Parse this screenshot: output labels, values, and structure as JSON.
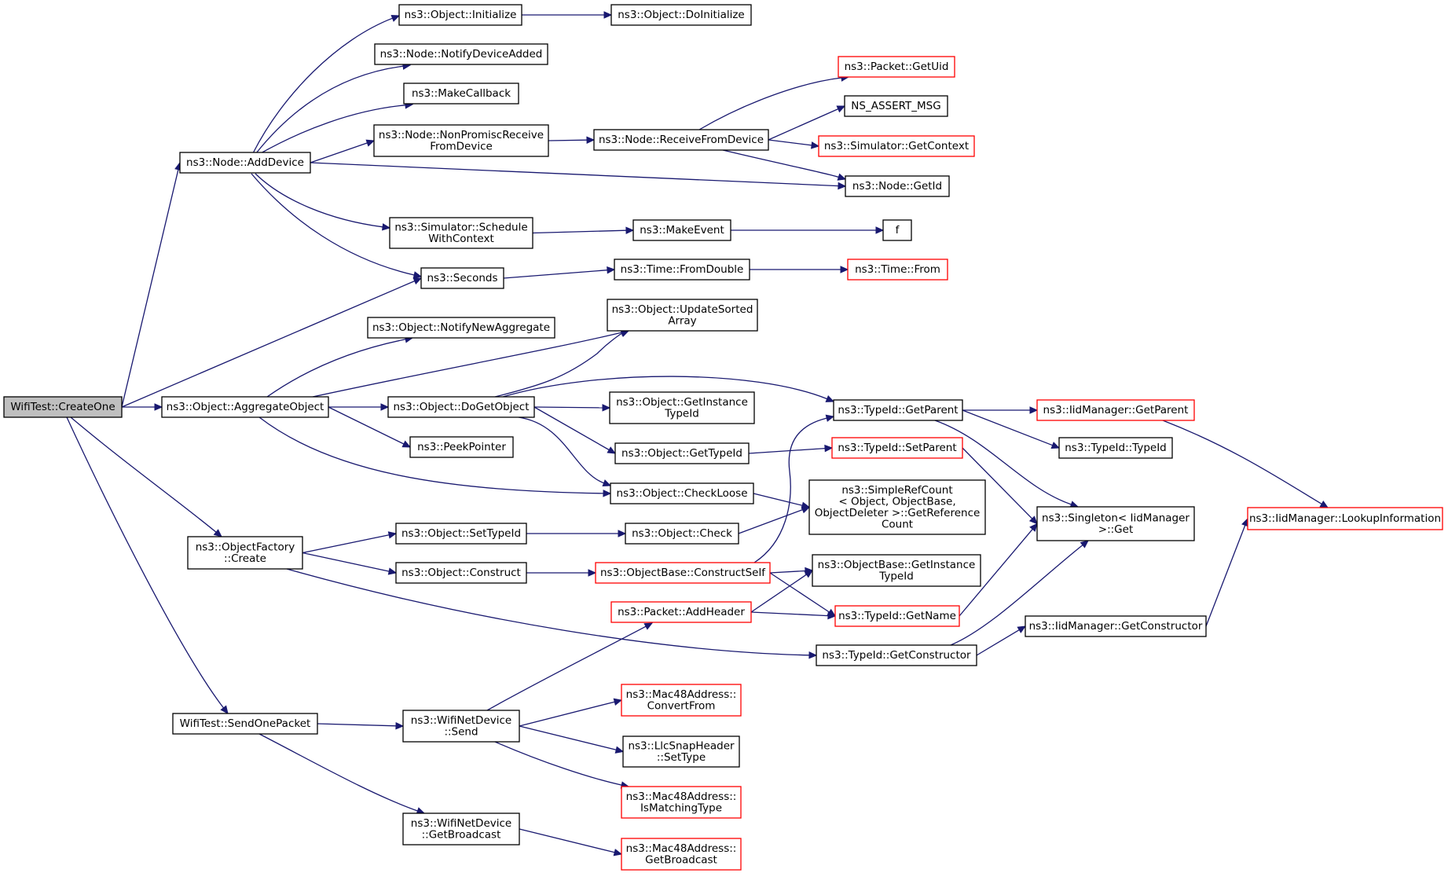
{
  "graph": {
    "colors": {
      "edge": "#191970",
      "node_border": "#000000",
      "truncated_border": "#ff0000",
      "root_fill": "#bfbfbf",
      "node_fill": "#ffffff"
    },
    "nodes": [
      {
        "id": "createone",
        "lines": [
          "WifiTest::CreateOne"
        ],
        "root": true
      },
      {
        "id": "adddevice",
        "lines": [
          "ns3::Node::AddDevice"
        ]
      },
      {
        "id": "aggregate",
        "lines": [
          "ns3::Object::AggregateObject"
        ]
      },
      {
        "id": "factcreate",
        "lines": [
          "ns3::ObjectFactory",
          "::Create"
        ]
      },
      {
        "id": "sendone",
        "lines": [
          "WifiTest::SendOnePacket"
        ]
      },
      {
        "id": "initialize",
        "lines": [
          "ns3::Object::Initialize"
        ]
      },
      {
        "id": "doinit",
        "lines": [
          "ns3::Object::DoInitialize"
        ]
      },
      {
        "id": "notifyadded",
        "lines": [
          "ns3::Node::NotifyDeviceAdded"
        ]
      },
      {
        "id": "makecallback",
        "lines": [
          "ns3::MakeCallback"
        ]
      },
      {
        "id": "nonpromisc",
        "lines": [
          "ns3::Node::NonPromiscReceive",
          "FromDevice"
        ]
      },
      {
        "id": "recvfromdev",
        "lines": [
          "ns3::Node::ReceiveFromDevice"
        ]
      },
      {
        "id": "getuid",
        "lines": [
          "ns3::Packet::GetUid"
        ],
        "truncated": true
      },
      {
        "id": "assertmsg",
        "lines": [
          "NS_ASSERT_MSG"
        ]
      },
      {
        "id": "getcontext",
        "lines": [
          "ns3::Simulator::GetContext"
        ],
        "truncated": true
      },
      {
        "id": "getid",
        "lines": [
          "ns3::Node::GetId"
        ]
      },
      {
        "id": "schedctx",
        "lines": [
          "ns3::Simulator::Schedule",
          "WithContext"
        ]
      },
      {
        "id": "makeevent",
        "lines": [
          "ns3::MakeEvent"
        ]
      },
      {
        "id": "f",
        "lines": [
          "f"
        ]
      },
      {
        "id": "seconds",
        "lines": [
          "ns3::Seconds"
        ]
      },
      {
        "id": "fromdouble",
        "lines": [
          "ns3::Time::FromDouble"
        ]
      },
      {
        "id": "timefrom",
        "lines": [
          "ns3::Time::From"
        ],
        "truncated": true
      },
      {
        "id": "notifynewagg",
        "lines": [
          "ns3::Object::NotifyNewAggregate"
        ]
      },
      {
        "id": "updatesorted",
        "lines": [
          "ns3::Object::UpdateSorted",
          "Array"
        ]
      },
      {
        "id": "dogetobject",
        "lines": [
          "ns3::Object::DoGetObject"
        ]
      },
      {
        "id": "getinsttypeid",
        "lines": [
          "ns3::Object::GetInstance",
          "TypeId"
        ]
      },
      {
        "id": "peekpointer",
        "lines": [
          "ns3::PeekPointer"
        ]
      },
      {
        "id": "gettypeid",
        "lines": [
          "ns3::Object::GetTypeId"
        ]
      },
      {
        "id": "checkloose",
        "lines": [
          "ns3::Object::CheckLoose"
        ]
      },
      {
        "id": "typeidgetparent",
        "lines": [
          "ns3::TypeId::GetParent"
        ]
      },
      {
        "id": "iidgetparent",
        "lines": [
          "ns3::IidManager::GetParent"
        ],
        "truncated": true
      },
      {
        "id": "typeidtypeid",
        "lines": [
          "ns3::TypeId::TypeId"
        ]
      },
      {
        "id": "settypeid_parent",
        "lines": [
          "ns3::TypeId::SetParent"
        ],
        "truncated": true
      },
      {
        "id": "simplerefcount",
        "lines": [
          "ns3::SimpleRefCount",
          "< Object, ObjectBase,",
          "ObjectDeleter >::GetReference",
          "Count"
        ]
      },
      {
        "id": "singleton",
        "lines": [
          "ns3::Singleton< IidManager",
          ">::Get"
        ]
      },
      {
        "id": "lookupinfo",
        "lines": [
          "ns3::IidManager::LookupInformation"
        ],
        "truncated": true
      },
      {
        "id": "objsettypeid",
        "lines": [
          "ns3::Object::SetTypeId"
        ]
      },
      {
        "id": "objcheck",
        "lines": [
          "ns3::Object::Check"
        ]
      },
      {
        "id": "objconstruct",
        "lines": [
          "ns3::Object::Construct"
        ]
      },
      {
        "id": "constructself",
        "lines": [
          "ns3::ObjectBase::ConstructSelf"
        ],
        "truncated": true
      },
      {
        "id": "objbasegetinst",
        "lines": [
          "ns3::ObjectBase::GetInstance",
          "TypeId"
        ]
      },
      {
        "id": "addheader",
        "lines": [
          "ns3::Packet::AddHeader"
        ],
        "truncated": true
      },
      {
        "id": "typeidgetname",
        "lines": [
          "ns3::TypeId::GetName"
        ],
        "truncated": true
      },
      {
        "id": "iidgetconstructor",
        "lines": [
          "ns3::IidManager::GetConstructor"
        ]
      },
      {
        "id": "typeidgetconstructor",
        "lines": [
          "ns3::TypeId::GetConstructor"
        ]
      },
      {
        "id": "wifisend",
        "lines": [
          "ns3::WifiNetDevice",
          "::Send"
        ]
      },
      {
        "id": "convertfrom",
        "lines": [
          "ns3::Mac48Address::",
          "ConvertFrom"
        ],
        "truncated": true
      },
      {
        "id": "llcsettype",
        "lines": [
          "ns3::LlcSnapHeader",
          "::SetType"
        ]
      },
      {
        "id": "ismatching",
        "lines": [
          "ns3::Mac48Address::",
          "IsMatchingType"
        ],
        "truncated": true
      },
      {
        "id": "wifigetbcast",
        "lines": [
          "ns3::WifiNetDevice",
          "::GetBroadcast"
        ]
      },
      {
        "id": "macgetbcast",
        "lines": [
          "ns3::Mac48Address::",
          "GetBroadcast"
        ],
        "truncated": true
      }
    ],
    "edges": [
      [
        "createone",
        "adddevice"
      ],
      [
        "createone",
        "seconds"
      ],
      [
        "createone",
        "aggregate"
      ],
      [
        "createone",
        "factcreate"
      ],
      [
        "createone",
        "sendone"
      ],
      [
        "adddevice",
        "initialize"
      ],
      [
        "adddevice",
        "notifyadded"
      ],
      [
        "adddevice",
        "makecallback"
      ],
      [
        "adddevice",
        "nonpromisc"
      ],
      [
        "adddevice",
        "getid"
      ],
      [
        "adddevice",
        "schedctx"
      ],
      [
        "adddevice",
        "seconds"
      ],
      [
        "initialize",
        "doinit"
      ],
      [
        "nonpromisc",
        "recvfromdev"
      ],
      [
        "recvfromdev",
        "getuid"
      ],
      [
        "recvfromdev",
        "assertmsg"
      ],
      [
        "recvfromdev",
        "getcontext"
      ],
      [
        "recvfromdev",
        "getid"
      ],
      [
        "schedctx",
        "makeevent"
      ],
      [
        "makeevent",
        "f"
      ],
      [
        "seconds",
        "fromdouble"
      ],
      [
        "fromdouble",
        "timefrom"
      ],
      [
        "aggregate",
        "notifynewagg"
      ],
      [
        "aggregate",
        "updatesorted"
      ],
      [
        "aggregate",
        "dogetobject"
      ],
      [
        "aggregate",
        "peekpointer"
      ],
      [
        "aggregate",
        "checkloose"
      ],
      [
        "dogetobject",
        "updatesorted"
      ],
      [
        "dogetobject",
        "typeidgetparent"
      ],
      [
        "dogetobject",
        "getinsttypeid"
      ],
      [
        "dogetobject",
        "gettypeid"
      ],
      [
        "dogetobject",
        "checkloose"
      ],
      [
        "gettypeid",
        "settypeid_parent"
      ],
      [
        "checkloose",
        "simplerefcount"
      ],
      [
        "typeidgetparent",
        "iidgetparent"
      ],
      [
        "typeidgetparent",
        "typeidtypeid"
      ],
      [
        "typeidgetparent",
        "singleton"
      ],
      [
        "iidgetparent",
        "lookupinfo"
      ],
      [
        "settypeid_parent",
        "singleton"
      ],
      [
        "factcreate",
        "objsettypeid"
      ],
      [
        "factcreate",
        "objconstruct"
      ],
      [
        "factcreate",
        "typeidgetconstructor"
      ],
      [
        "objsettypeid",
        "objcheck"
      ],
      [
        "objcheck",
        "simplerefcount"
      ],
      [
        "objconstruct",
        "constructself"
      ],
      [
        "constructself",
        "typeidgetparent"
      ],
      [
        "constructself",
        "objbasegetinst"
      ],
      [
        "constructself",
        "typeidgetname"
      ],
      [
        "addheader",
        "objbasegetinst"
      ],
      [
        "addheader",
        "typeidgetname"
      ],
      [
        "typeidgetname",
        "singleton"
      ],
      [
        "typeidgetconstructor",
        "iidgetconstructor"
      ],
      [
        "typeidgetconstructor",
        "singleton"
      ],
      [
        "iidgetconstructor",
        "lookupinfo"
      ],
      [
        "sendone",
        "wifisend"
      ],
      [
        "sendone",
        "wifigetbcast"
      ],
      [
        "wifisend",
        "addheader"
      ],
      [
        "wifisend",
        "convertfrom"
      ],
      [
        "wifisend",
        "llcsettype"
      ],
      [
        "wifisend",
        "ismatching"
      ],
      [
        "wifigetbcast",
        "macgetbcast"
      ]
    ]
  }
}
